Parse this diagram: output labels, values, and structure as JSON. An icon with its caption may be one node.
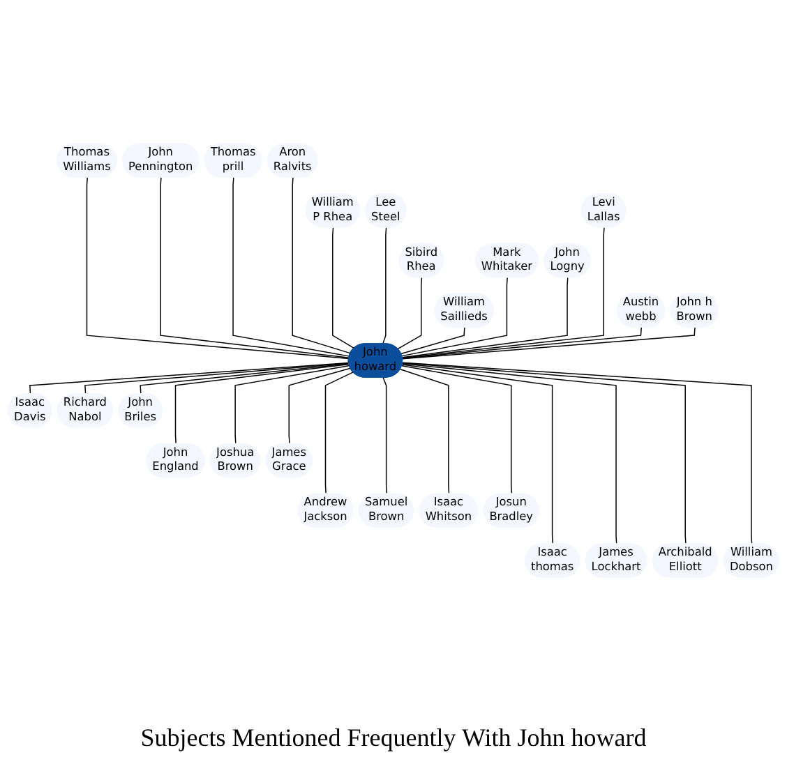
{
  "diagram": {
    "title": "Subjects Mentioned Frequently With John howard",
    "nodes": [
      {
        "text": [
          "John howard"
        ]
      },
      {
        "text": [
          "Thomas Williams"
        ]
      },
      {
        "text": [
          "John Pennington"
        ]
      },
      {
        "text": [
          "Thomas prill"
        ]
      },
      {
        "text": [
          "Aron Ralvits"
        ]
      },
      {
        "text": [
          "William P Rhea"
        ]
      },
      {
        "text": [
          "Lee Steel"
        ]
      },
      {
        "text": [
          "Sibird Rhea"
        ]
      },
      {
        "text": [
          "William Saillieds"
        ]
      },
      {
        "text": [
          "Mark Whitaker"
        ]
      },
      {
        "text": [
          "John Logny"
        ]
      },
      {
        "text": [
          "Levi Lallas"
        ]
      },
      {
        "text": [
          "Austin webb"
        ]
      },
      {
        "text": [
          "John h Brown"
        ]
      },
      {
        "text": [
          "Isaac Davis"
        ]
      },
      {
        "text": [
          "John England"
        ]
      },
      {
        "text": [
          "Richard Nabol"
        ]
      },
      {
        "text": [
          "Andrew Jackson"
        ]
      },
      {
        "text": [
          "Samuel Brown"
        ]
      },
      {
        "text": [
          "Isaac Whitson"
        ]
      },
      {
        "text": [
          "Joshua Brown"
        ]
      },
      {
        "text": [
          "Isaac thomas"
        ]
      },
      {
        "text": [
          "James Grace"
        ]
      },
      {
        "text": [
          "John Briles"
        ]
      },
      {
        "text": [
          "Josun Bradley"
        ]
      },
      {
        "text": [
          "James Lockhart"
        ]
      },
      {
        "text": [
          "Archibald Elliott"
        ]
      },
      {
        "text": [
          "William Dobson"
        ]
      }
    ],
    "edges": [
      {
        "from": 1,
        "to": 0,
        "arrow": "none"
      },
      {
        "from": 2,
        "to": 0,
        "arrow": "none"
      },
      {
        "from": 3,
        "to": 0,
        "arrow": "none"
      },
      {
        "from": 4,
        "to": 0,
        "arrow": "none"
      },
      {
        "from": 5,
        "to": 0,
        "arrow": "none"
      },
      {
        "from": 6,
        "to": 0,
        "arrow": "none"
      },
      {
        "from": 7,
        "to": 0,
        "arrow": "none"
      },
      {
        "from": 8,
        "to": 0,
        "arrow": "none"
      },
      {
        "from": 9,
        "to": 0,
        "arrow": "none"
      },
      {
        "from": 10,
        "to": 0,
        "arrow": "none"
      },
      {
        "from": 11,
        "to": 0,
        "arrow": "none"
      },
      {
        "from": 12,
        "to": 0,
        "arrow": "none"
      },
      {
        "from": 13,
        "to": 0,
        "arrow": "none"
      },
      {
        "from": 0,
        "to": 14,
        "arrow": "none"
      },
      {
        "from": 0,
        "to": 15,
        "arrow": "none"
      },
      {
        "from": 0,
        "to": 16,
        "arrow": "none"
      },
      {
        "from": 0,
        "to": 17,
        "arrow": "none"
      },
      {
        "from": 0,
        "to": 18,
        "arrow": "none"
      },
      {
        "from": 0,
        "to": 19,
        "arrow": "none"
      },
      {
        "from": 0,
        "to": 20,
        "arrow": "none"
      },
      {
        "from": 0,
        "to": 21,
        "arrow": "none"
      },
      {
        "from": 0,
        "to": 22,
        "arrow": "none"
      },
      {
        "from": 0,
        "to": 23,
        "arrow": "none"
      },
      {
        "from": 0,
        "to": 24,
        "arrow": "none"
      },
      {
        "from": 0,
        "to": 25,
        "arrow": "none"
      },
      {
        "from": 0,
        "to": 26,
        "arrow": "none"
      },
      {
        "from": 0,
        "to": 27,
        "arrow": "none"
      }
    ]
  }
}
